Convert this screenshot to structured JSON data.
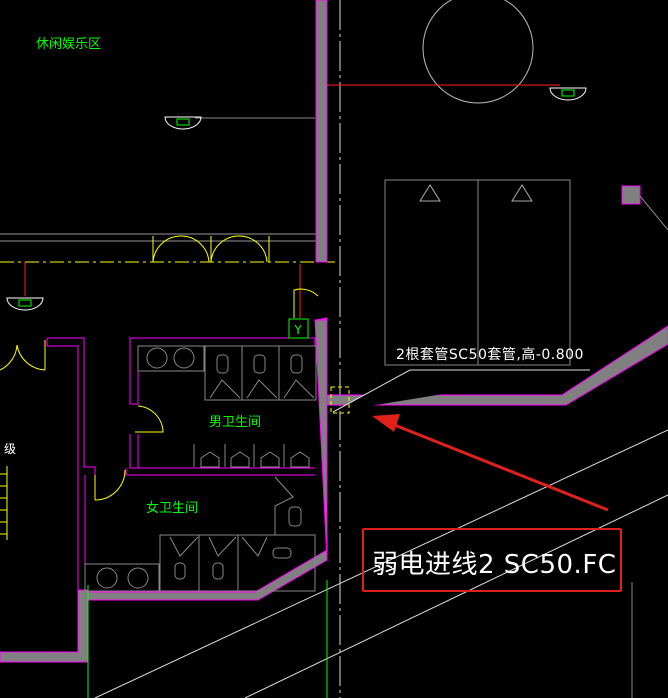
{
  "drawing": {
    "area_label_leisure": "休闲娱乐区",
    "annotation_conduit": "2根套管SC50套管,高-0.800",
    "room_mens": "男卫生间",
    "room_womens": "女卫生间",
    "stair_label": "级",
    "callout_text": "弱电进线2 SC50.FC"
  },
  "colors": {
    "background": "#000000",
    "wall_fill": "#808080",
    "wall_edge": "#ff00ff",
    "door": "#ffff00",
    "annotation_red": "#e0201a",
    "text_green": "#00ff00"
  }
}
